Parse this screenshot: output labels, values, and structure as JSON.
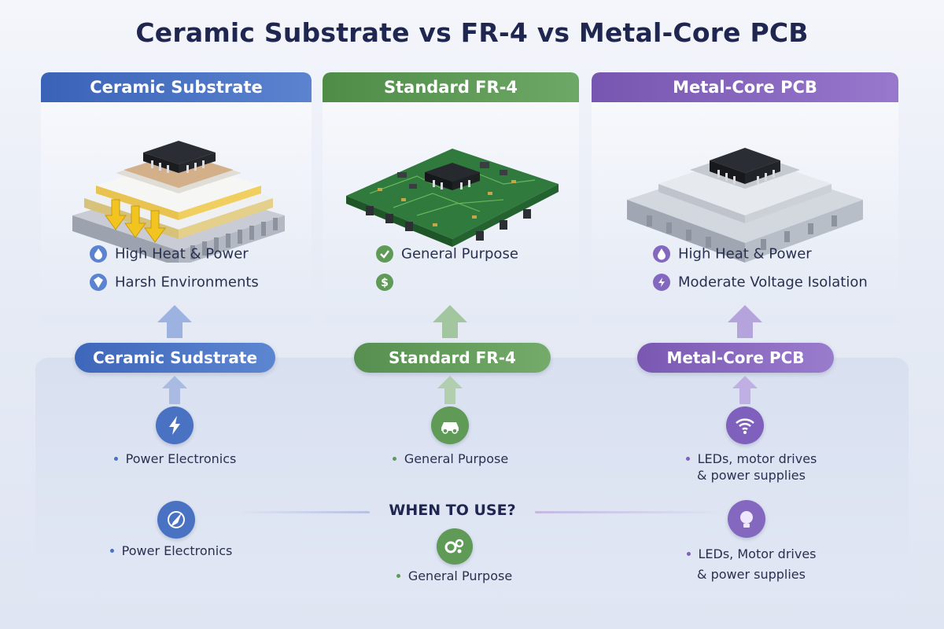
{
  "title": "Ceramic Substrate vs FR-4 vs Metal-Core PCB",
  "columns": [
    {
      "header": "Ceramic Substrate",
      "color": "#3e66ba",
      "features": [
        {
          "icon": "flame-icon",
          "text": "High Heat & Power"
        },
        {
          "icon": "shield-icon",
          "text": "Harsh Environments"
        }
      ],
      "pill": "Ceramic Sudstrate",
      "uses": [
        {
          "icon": "lightning-icon",
          "lines": [
            "Power Electronics"
          ]
        },
        {
          "icon": "compass-icon",
          "lines": [
            "Power Electronics"
          ]
        }
      ]
    },
    {
      "header": "Standard FR-4",
      "color": "#568f4f",
      "features": [
        {
          "icon": "check-icon",
          "text": "General Purpose"
        },
        {
          "icon": "dollar-icon",
          "text": ""
        }
      ],
      "pill": "Standard FR-4",
      "uses": [
        {
          "icon": "car-icon",
          "lines": [
            "General Purpose"
          ]
        },
        {
          "icon": "gears-icon",
          "lines": [
            "General Purpose"
          ]
        }
      ]
    },
    {
      "header": "Metal-Core PCB",
      "color": "#7a58b2",
      "features": [
        {
          "icon": "droplet-icon",
          "text": "High Heat & Power"
        },
        {
          "icon": "bolt-badge-icon",
          "text": "Moderate Voltage Isolation"
        }
      ],
      "pill": "Metal-Core PCB",
      "uses": [
        {
          "icon": "wifi-icon",
          "lines": [
            "LEDs, motor drives",
            "& power supplies"
          ]
        },
        {
          "icon": "bulb-icon",
          "lines": [
            "LEDs, Motor drives",
            "& power supplies"
          ]
        }
      ]
    }
  ],
  "center_label": "WHEN TO USE?"
}
